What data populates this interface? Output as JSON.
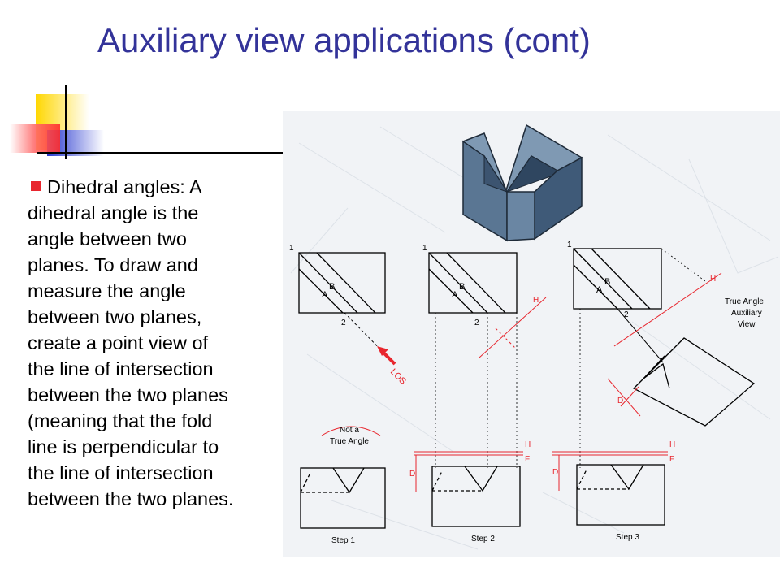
{
  "slide": {
    "title": "Auxiliary view applications (cont)",
    "bullet_lead": "Dihedral angles: A",
    "bullet_lines": [
      "dihedral angle is the",
      "angle between two",
      "planes. To draw and",
      "measure the angle",
      "between two planes,",
      "create a point view of",
      "the line of intersection",
      "between the two planes",
      "(meaning that the fold",
      "line is perpendicular to",
      "the line of intersection",
      "between the two planes."
    ]
  },
  "figure": {
    "labels": {
      "one": "1",
      "two": "2",
      "a": "A",
      "b": "B",
      "h": "H",
      "f": "F",
      "d": "D",
      "los": "LOS",
      "not_a_true_angle_1": "Not a",
      "not_a_true_angle_2": "True Angle",
      "true_angle_1": "True Angle",
      "true_angle_2": "Auxiliary",
      "true_angle_3": "View",
      "step1": "Step 1",
      "step2": "Step 2",
      "step3": "Step 3"
    },
    "colors": {
      "accent_red": "#e8262e",
      "title_blue": "#333399",
      "block_blue": "#4a6a8a"
    }
  }
}
